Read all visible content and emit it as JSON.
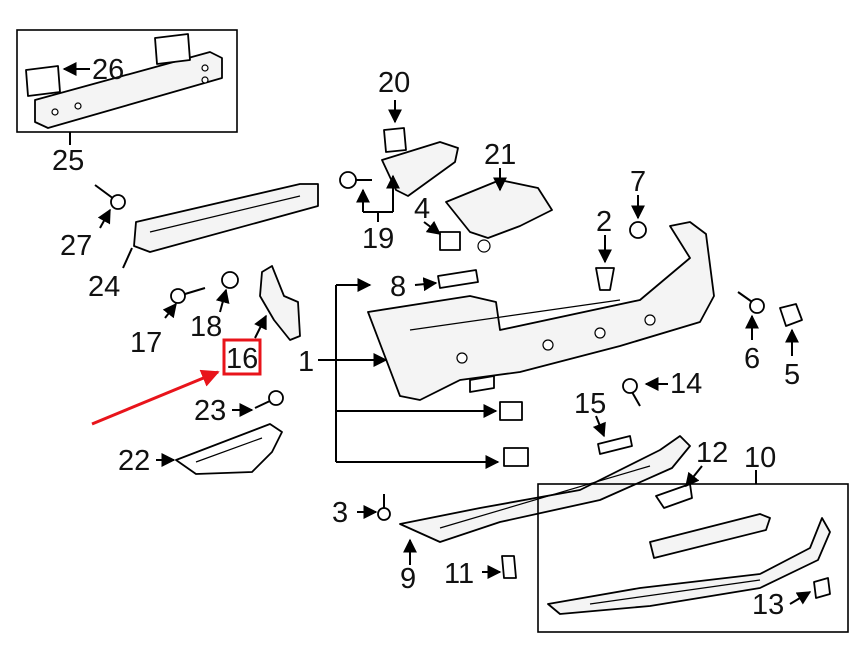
{
  "diagram": {
    "callouts": [
      "1",
      "2",
      "3",
      "4",
      "5",
      "6",
      "7",
      "8",
      "9",
      "10",
      "11",
      "12",
      "13",
      "14",
      "15",
      "16",
      "17",
      "18",
      "19",
      "20",
      "21",
      "22",
      "23",
      "24",
      "25",
      "26",
      "27"
    ],
    "highlighted_callout": "16",
    "highlight_color": "#e8141b",
    "arrow_color": "#e8141b",
    "line_color": "#000000"
  }
}
